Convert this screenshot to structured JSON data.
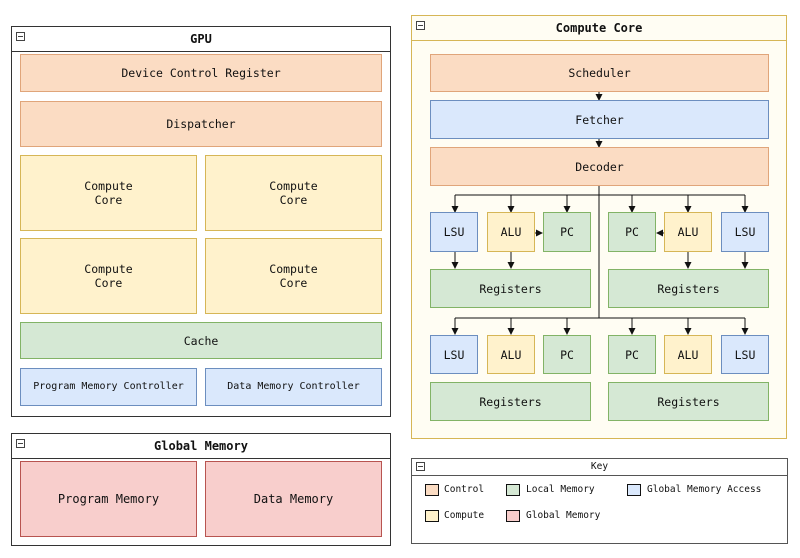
{
  "gpu": {
    "title": "GPU",
    "device_control_register": "Device Control Register",
    "dispatcher": "Dispatcher",
    "compute_cores": [
      "Compute\nCore",
      "Compute\nCore",
      "Compute\nCore",
      "Compute\nCore"
    ],
    "cache": "Cache",
    "program_memory_controller": "Program Memory Controller",
    "data_memory_controller": "Data Memory Controller"
  },
  "global_memory": {
    "title": "Global Memory",
    "program_memory": "Program Memory",
    "data_memory": "Data Memory"
  },
  "compute_core": {
    "title": "Compute Core",
    "scheduler": "Scheduler",
    "fetcher": "Fetcher",
    "decoder": "Decoder",
    "lsu": "LSU",
    "alu": "ALU",
    "pc": "PC",
    "registers": "Registers"
  },
  "key": {
    "title": "Key",
    "control": "Control",
    "local_memory": "Local Memory",
    "global_memory_access": "Global Memory Access",
    "compute": "Compute",
    "global_memory": "Global Memory"
  },
  "colors": {
    "control": "#fbdcc3",
    "compute": "#fff2cc",
    "local_memory": "#d5e8d4",
    "global_memory_access": "#dae8fc",
    "global_memory": "#f8cecc"
  }
}
